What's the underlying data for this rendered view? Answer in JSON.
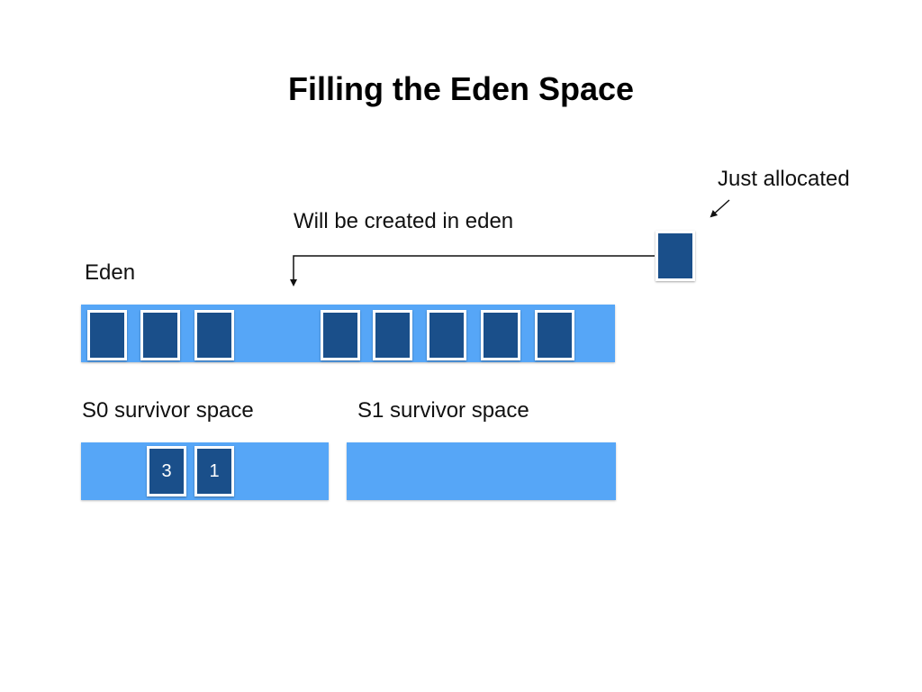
{
  "title": "Filling the Eden Space",
  "labels": {
    "eden": "Eden",
    "will_be_created": "Will be created in eden",
    "just_allocated": "Just allocated",
    "s0": "S0 survivor space",
    "s1": "S1 survivor space"
  },
  "s0_objects": [
    {
      "age": "3"
    },
    {
      "age": "1"
    }
  ],
  "colors": {
    "space": "#56a6f7",
    "object": "#1a4f8a",
    "arrow": "#111111"
  }
}
